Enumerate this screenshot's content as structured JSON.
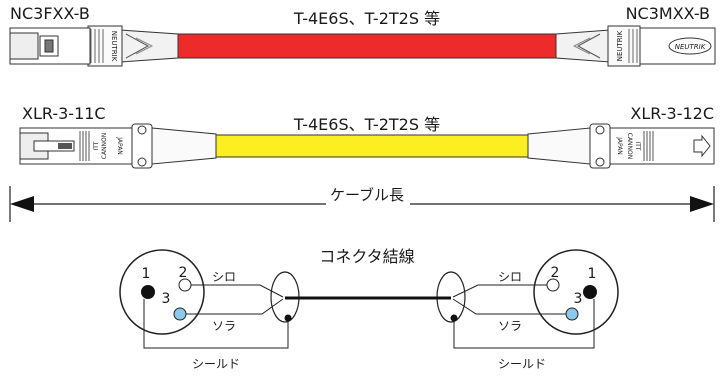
{
  "cable1": {
    "left_part": "NC3FXX-B",
    "right_part": "NC3MXX-B",
    "cable_label": "T-4E6S、T-2T2S 等",
    "brand_left": "NEUTRIK",
    "brand_right": "NEUTRIK",
    "brand_right_oval": "NEUTRIK",
    "jacket_color": "#ee2b2b"
  },
  "cable2": {
    "left_part": "XLR-3-11C",
    "right_part": "XLR-3-12C",
    "cable_label": "T-4E6S、T-2T2S 等",
    "brand_left": "CANNON",
    "origin_left": "ITT",
    "country_left": "JAPAN",
    "brand_right": "CANNON",
    "origin_right": "ITT",
    "country_right": "JAPAN",
    "jacket_color": "#fbef22"
  },
  "length_label": "ケーブル長",
  "wiring": {
    "title": "コネクタ結線",
    "left_pins": [
      "1",
      "2",
      "3"
    ],
    "right_pins": [
      "1",
      "2",
      "3"
    ],
    "wire_white_left": "シロ",
    "wire_blue_left": "ソラ",
    "wire_white_right": "シロ",
    "wire_blue_right": "ソラ",
    "shield_left": "シールド",
    "shield_right": "シールド",
    "blue_color": "#8ec8ec"
  }
}
